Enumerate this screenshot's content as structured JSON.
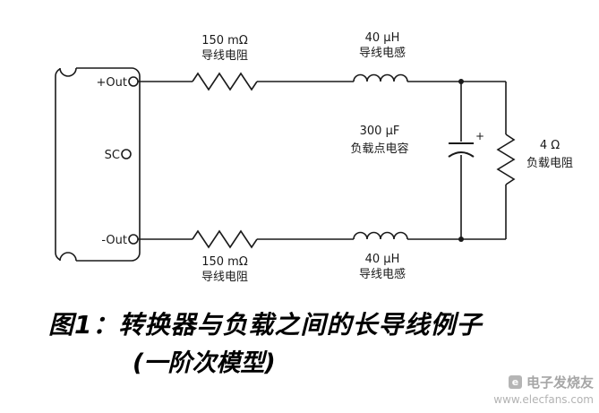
{
  "figure": {
    "caption_line1": "图1：转换器与负载之间的长导线例子",
    "caption_line2": "(一阶次模型)"
  },
  "converter": {
    "terminal_pos_label": "+Out",
    "terminal_sc_label": "SC",
    "terminal_neg_label": "-Out"
  },
  "components": {
    "top_resistor": {
      "value": "150 mΩ",
      "name": "导线电阻"
    },
    "top_inductor": {
      "value": "40 μH",
      "name": "导线电感"
    },
    "load_capacitor": {
      "value": "300 μF",
      "name": "负载点电容",
      "polarity": "+"
    },
    "load_resistor": {
      "value": "4 Ω",
      "name": "负载电阻"
    },
    "bottom_resistor": {
      "value": "150 mΩ",
      "name": "导线电阻"
    },
    "bottom_inductor": {
      "value": "40 μH",
      "name": "导线电感"
    }
  },
  "watermark": {
    "brand": "电子发烧友",
    "url": "www.elecfans.com"
  }
}
